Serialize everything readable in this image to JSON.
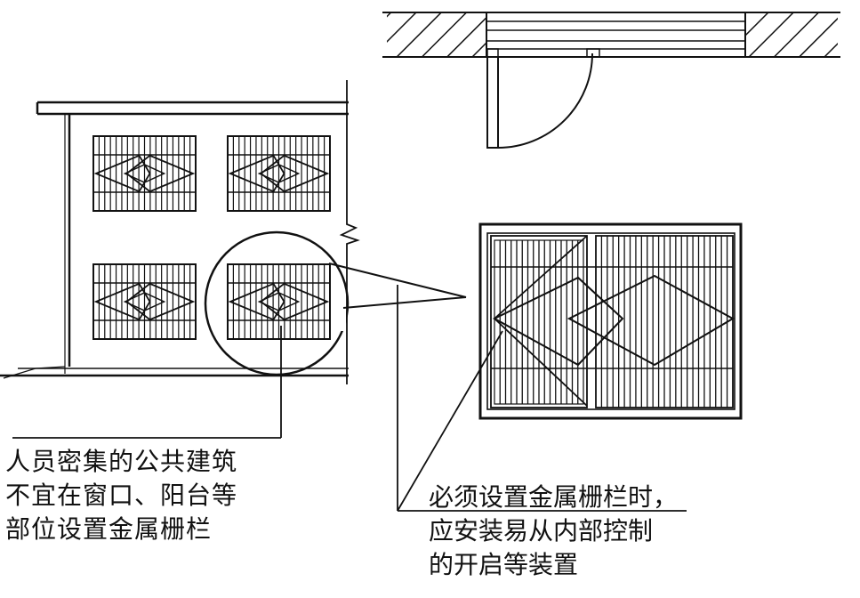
{
  "notes": {
    "left": [
      "人员密集的公共建筑",
      "不宜在窗口、阳台等",
      "部位设置金属栅栏"
    ],
    "right": [
      "必须设置金属栅栏时，",
      "应安装易从内部控制",
      "的开启等装置"
    ]
  },
  "colors": {
    "line": "#111111",
    "background": "#ffffff"
  }
}
